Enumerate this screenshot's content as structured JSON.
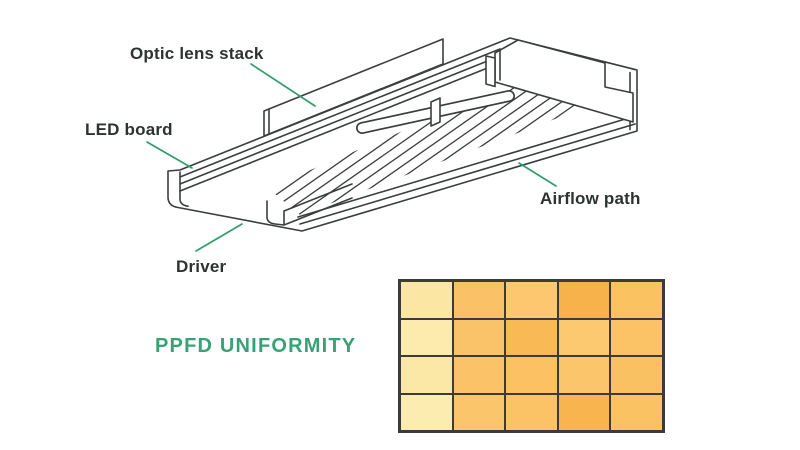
{
  "diagram": {
    "labels": {
      "optic": "Optic lens stack",
      "led": "LED board",
      "driver": "Driver",
      "airflow": "Airflow path"
    },
    "line_color": "#3a3f3c",
    "leader_color": "#2f9e6c"
  },
  "heatmap": {
    "type": "heatmap",
    "title": "PPFD UNIFORMITY",
    "title_color": "#36a377",
    "grid_border_color": "#3b3b3b",
    "rows": 4,
    "cols": 5,
    "cells": [
      [
        "#fbe7a3",
        "#fbc167",
        "#fcc76f",
        "#f8b24b",
        "#fbc262"
      ],
      [
        "#fcebad",
        "#fbc369",
        "#f9ba56",
        "#fcc870",
        "#fbc366"
      ],
      [
        "#fbe8a6",
        "#fbc268",
        "#fbc163",
        "#fbc56c",
        "#fac162"
      ],
      [
        "#fcecb0",
        "#fbc56c",
        "#fbc366",
        "#f8b44e",
        "#fbc264"
      ]
    ]
  }
}
